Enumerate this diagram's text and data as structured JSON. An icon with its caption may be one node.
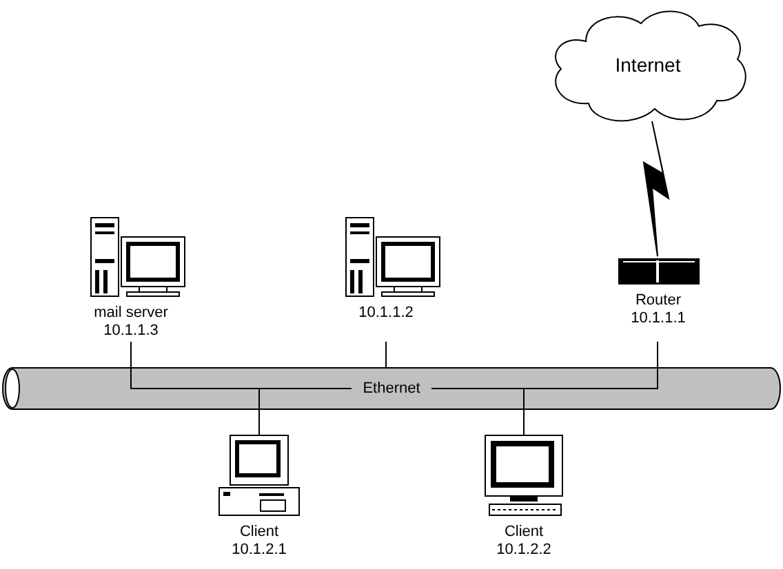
{
  "diagram": {
    "nodes": [
      {
        "text": [
          "Internet"
        ]
      },
      {
        "text": [
          "mail server",
          "10.1.1.3"
        ]
      },
      {
        "text": [
          "10.1.1.2"
        ]
      },
      {
        "text": [
          "Router",
          "10.1.1.1"
        ]
      },
      {
        "text": [
          "Ethernet"
        ]
      },
      {
        "text": [
          "Client",
          "10.1.2.1"
        ]
      },
      {
        "text": [
          "Client",
          "10.1.2.2"
        ]
      }
    ],
    "edges": [
      {
        "from": 0,
        "to": 3,
        "arrow": "none"
      },
      {
        "from": 1,
        "to": 4,
        "arrow": "none"
      },
      {
        "from": 2,
        "to": 4,
        "arrow": "none"
      },
      {
        "from": 3,
        "to": 4,
        "arrow": "none"
      },
      {
        "from": 4,
        "to": 5,
        "arrow": "none"
      },
      {
        "from": 4,
        "to": 6,
        "arrow": "none"
      }
    ]
  }
}
